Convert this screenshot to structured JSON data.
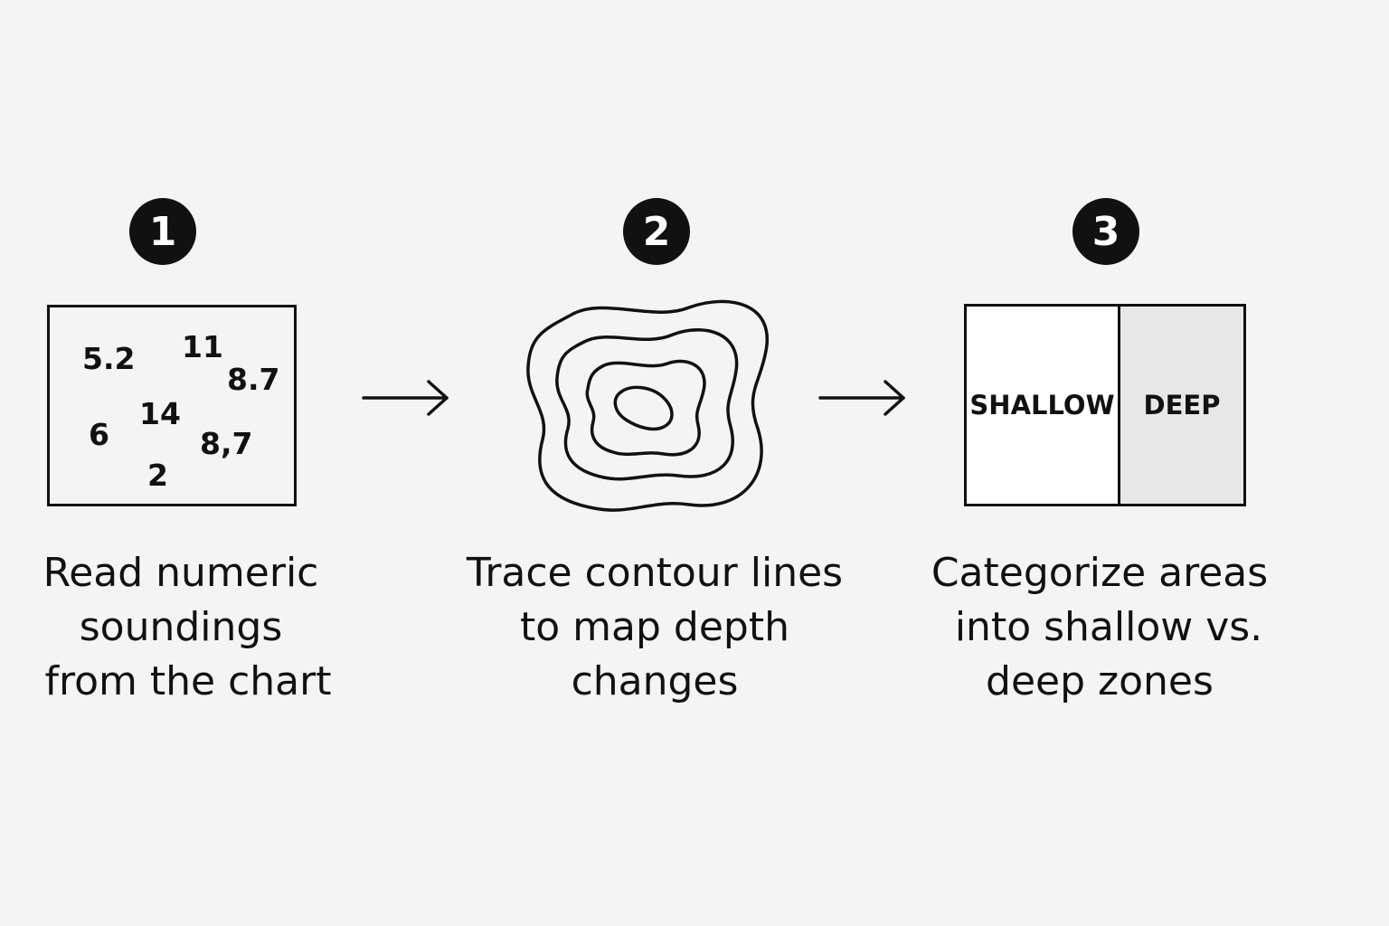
{
  "steps": [
    {
      "number": "1",
      "caption_lines": [
        "Read numeric",
        "soundings",
        "from the chart"
      ]
    },
    {
      "number": "2",
      "caption_lines": [
        "Trace contour lines",
        "to map depth",
        "changes"
      ]
    },
    {
      "number": "3",
      "caption_lines": [
        "Categorize areas",
        "into shallow vs.",
        "deep zones"
      ]
    }
  ],
  "soundings": [
    "5.2",
    "11",
    "8.7",
    "14",
    "6",
    "8,7",
    "2"
  ],
  "zones": {
    "shallow_label": "SHALLOW",
    "deep_label": "DEEP"
  },
  "icons": {
    "arrow": "right-arrow-icon",
    "contour": "contour-lines-icon"
  },
  "colors": {
    "background": "#f4f4f4",
    "ink": "#111111",
    "shallow_fill": "#ffffff",
    "deep_fill": "#e7e7e7"
  }
}
